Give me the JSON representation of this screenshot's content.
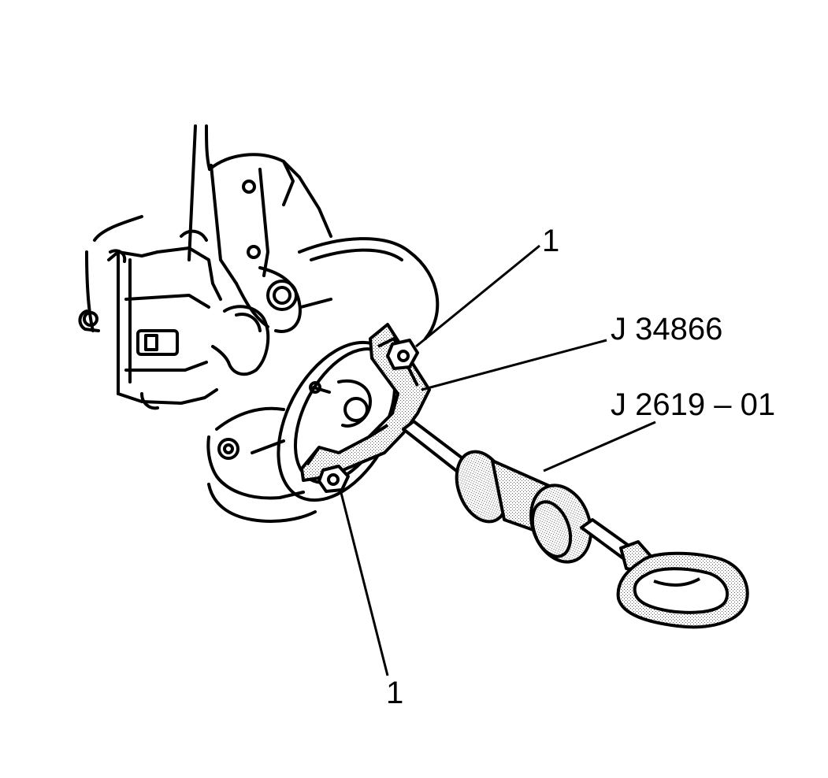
{
  "labels": {
    "callout_top": "1",
    "callout_bottom": "1",
    "tool_puller": "J 34866",
    "tool_slide_hammer": "J 2619 – 01"
  },
  "colors": {
    "ink": "#000000",
    "paper": "#ffffff",
    "stipple": "#bdbdbd"
  },
  "icons": {
    "fastener": "bolt-icon"
  }
}
